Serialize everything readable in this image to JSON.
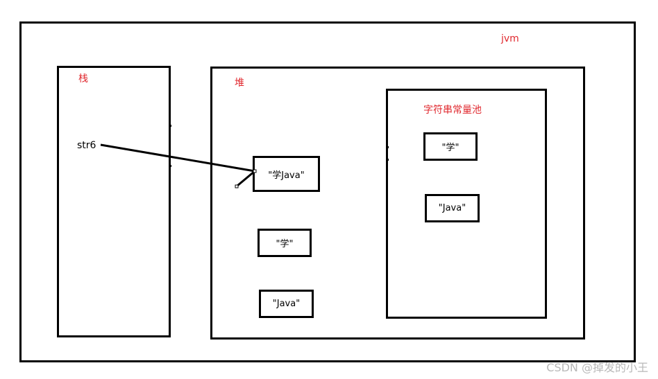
{
  "jvm": {
    "label": "jvm"
  },
  "stack": {
    "label": "栈",
    "variable": "str6"
  },
  "heap": {
    "label": "堆",
    "objects": [
      "\"学Java\"",
      "\"学\"",
      "\"Java\""
    ]
  },
  "string_pool": {
    "label": "字符串常量池",
    "objects": [
      "\"学\"",
      "\"Java\""
    ]
  },
  "colors": {
    "label_red": "#e0282e",
    "stroke": "#000000",
    "watermark": "#b8b8b8"
  },
  "watermark": "CSDN @掉发的小王"
}
